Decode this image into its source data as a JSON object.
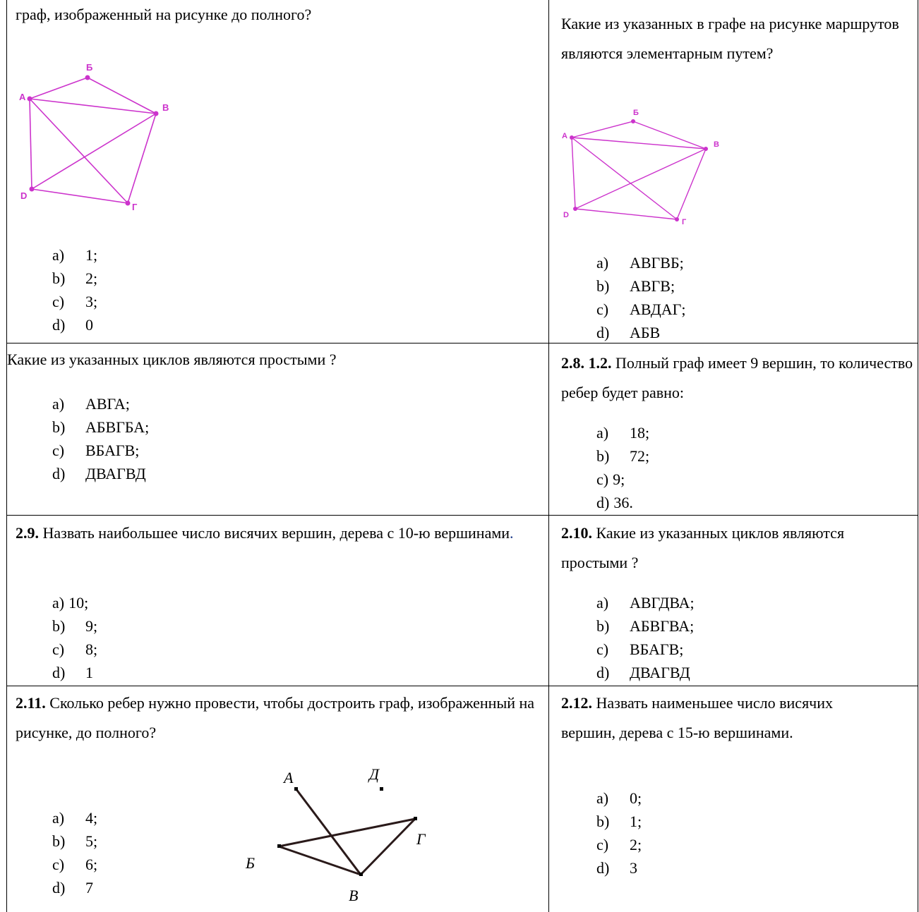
{
  "q1": {
    "text": "граф, изображенный на рисунке до полного?",
    "graph": {
      "vertices": [
        "А",
        "Б",
        "В",
        "D",
        "Г"
      ]
    },
    "options": [
      {
        "label": "a)",
        "text": "1;"
      },
      {
        "label": "b)",
        "text": "2;"
      },
      {
        "label": "c)",
        "text": "3;"
      },
      {
        "label": "d)",
        "text": "0"
      }
    ]
  },
  "q2": {
    "text": "Какие из указанных в графе на рисунке маршрутов являются элементарным путем?",
    "graph": {
      "vertices": [
        "А",
        "Б",
        "В",
        "D",
        "Г"
      ]
    },
    "options": [
      {
        "label": "a)",
        "text": "АВГВБ;"
      },
      {
        "label": "b)",
        "text": "АВГВ;"
      },
      {
        "label": "c)",
        "text": "АВДАГ;"
      },
      {
        "label": "d)",
        "text": "АБВ"
      }
    ]
  },
  "q3": {
    "text": "Какие из указанных циклов являются простыми ?",
    "options": [
      {
        "label": "a)",
        "text": "АВГА;"
      },
      {
        "label": "b)",
        "text": "АБВГБА;"
      },
      {
        "label": "c)",
        "text": "ВБАГВ;"
      },
      {
        "label": "d)",
        "text": "ДВАГВД"
      }
    ]
  },
  "q4": {
    "number": "2.8. 1.2.",
    "text": "Полный граф имеет 9 вершин, то количество ребер будет равно:",
    "options": [
      {
        "label": "a)",
        "text": "18;"
      },
      {
        "label": "b)",
        "text": "72;"
      },
      {
        "label": "c)",
        "text": "9;"
      },
      {
        "label": "d)",
        "text": "36."
      }
    ]
  },
  "q5": {
    "number": "2.9.",
    "text": "Назвать наибольшее число висячих вершин, дерева с 10-ю вершинами",
    "trail": ".",
    "options": [
      {
        "label": "a)",
        "text": "10;"
      },
      {
        "label": "b)",
        "text": "9;"
      },
      {
        "label": "c)",
        "text": "8;"
      },
      {
        "label": "d)",
        "text": "1"
      }
    ]
  },
  "q6": {
    "number": "2.10.",
    "text": "Какие из указанных циклов являются простыми ?",
    "options": [
      {
        "label": "a)",
        "text": "АВГДВА;"
      },
      {
        "label": "b)",
        "text": "АБВГВА;"
      },
      {
        "label": "c)",
        "text": "ВБАГВ;"
      },
      {
        "label": "d)",
        "text": "ДВАГВД"
      }
    ]
  },
  "q7": {
    "number": "2.11.",
    "text": "Сколько ребер нужно провести, чтобы достроить граф, изображенный на рисунке, до полного?",
    "graph": {
      "vertices": [
        "А",
        "Д",
        "Г",
        "Б",
        "В"
      ]
    },
    "options": [
      {
        "label": "a)",
        "text": "4;"
      },
      {
        "label": "b)",
        "text": "5;"
      },
      {
        "label": "c)",
        "text": "6;"
      },
      {
        "label": "d)",
        "text": "7"
      }
    ]
  },
  "q8": {
    "number": "2.12.",
    "text": "Назвать наименьшее число висячих вершин, дерева с 15-ю вершинами.",
    "options": [
      {
        "label": "a)",
        "text": "0;"
      },
      {
        "label": "b)",
        "text": "1;"
      },
      {
        "label": "c)",
        "text": "2;"
      },
      {
        "label": "d)",
        "text": "3"
      }
    ]
  },
  "colors": {
    "graph_stroke": "#cc33cc",
    "graph_label": "#cc33cc",
    "text": "#000000",
    "trailing_dot": "#1f3d8c"
  }
}
